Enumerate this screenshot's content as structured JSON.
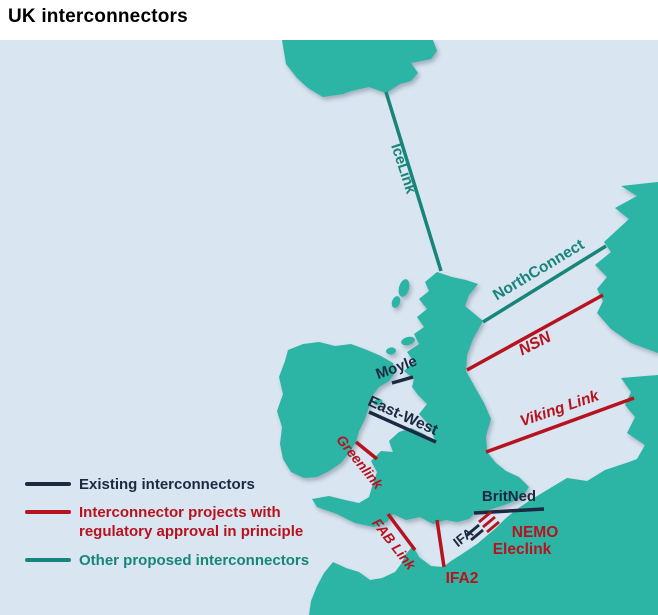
{
  "title": "UK interconnectors",
  "colors": {
    "sea": "#d9e5f1",
    "land": "#2cb5a4",
    "existing": "#1b2a41",
    "approved": "#b6131f",
    "proposed": "#17857a"
  },
  "interconnectors": {
    "icelink": {
      "name": "IceLink",
      "status": "other-proposed"
    },
    "northconnect": {
      "name": "NorthConnect",
      "status": "other-proposed"
    },
    "nsn": {
      "name": "NSN",
      "status": "regulatory-approval-in-principle"
    },
    "viking_link": {
      "name": "Viking Link",
      "status": "regulatory-approval-in-principle"
    },
    "moyle": {
      "name": "Moyle",
      "status": "existing"
    },
    "east_west": {
      "name": "East-West",
      "status": "existing"
    },
    "greenlink": {
      "name": "Greenlink",
      "status": "regulatory-approval-in-principle"
    },
    "britned": {
      "name": "BritNed",
      "status": "existing"
    },
    "nemo": {
      "name": "NEMO",
      "status": "regulatory-approval-in-principle"
    },
    "eleclink": {
      "name": "Eleclink",
      "status": "regulatory-approval-in-principle"
    },
    "ifa": {
      "name": "IFA",
      "status": "existing"
    },
    "ifa2": {
      "name": "IFA2",
      "status": "regulatory-approval-in-principle"
    },
    "fab_link": {
      "name": "FAB Link",
      "status": "regulatory-approval-in-principle"
    }
  },
  "legend": {
    "items": [
      {
        "label": "Existing interconnectors",
        "status": "existing"
      },
      {
        "label": "Interconnector projects with regulatory approval in principle",
        "status": "regulatory-approval-in-principle"
      },
      {
        "label": "Other proposed interconnectors",
        "status": "other-proposed"
      }
    ]
  }
}
